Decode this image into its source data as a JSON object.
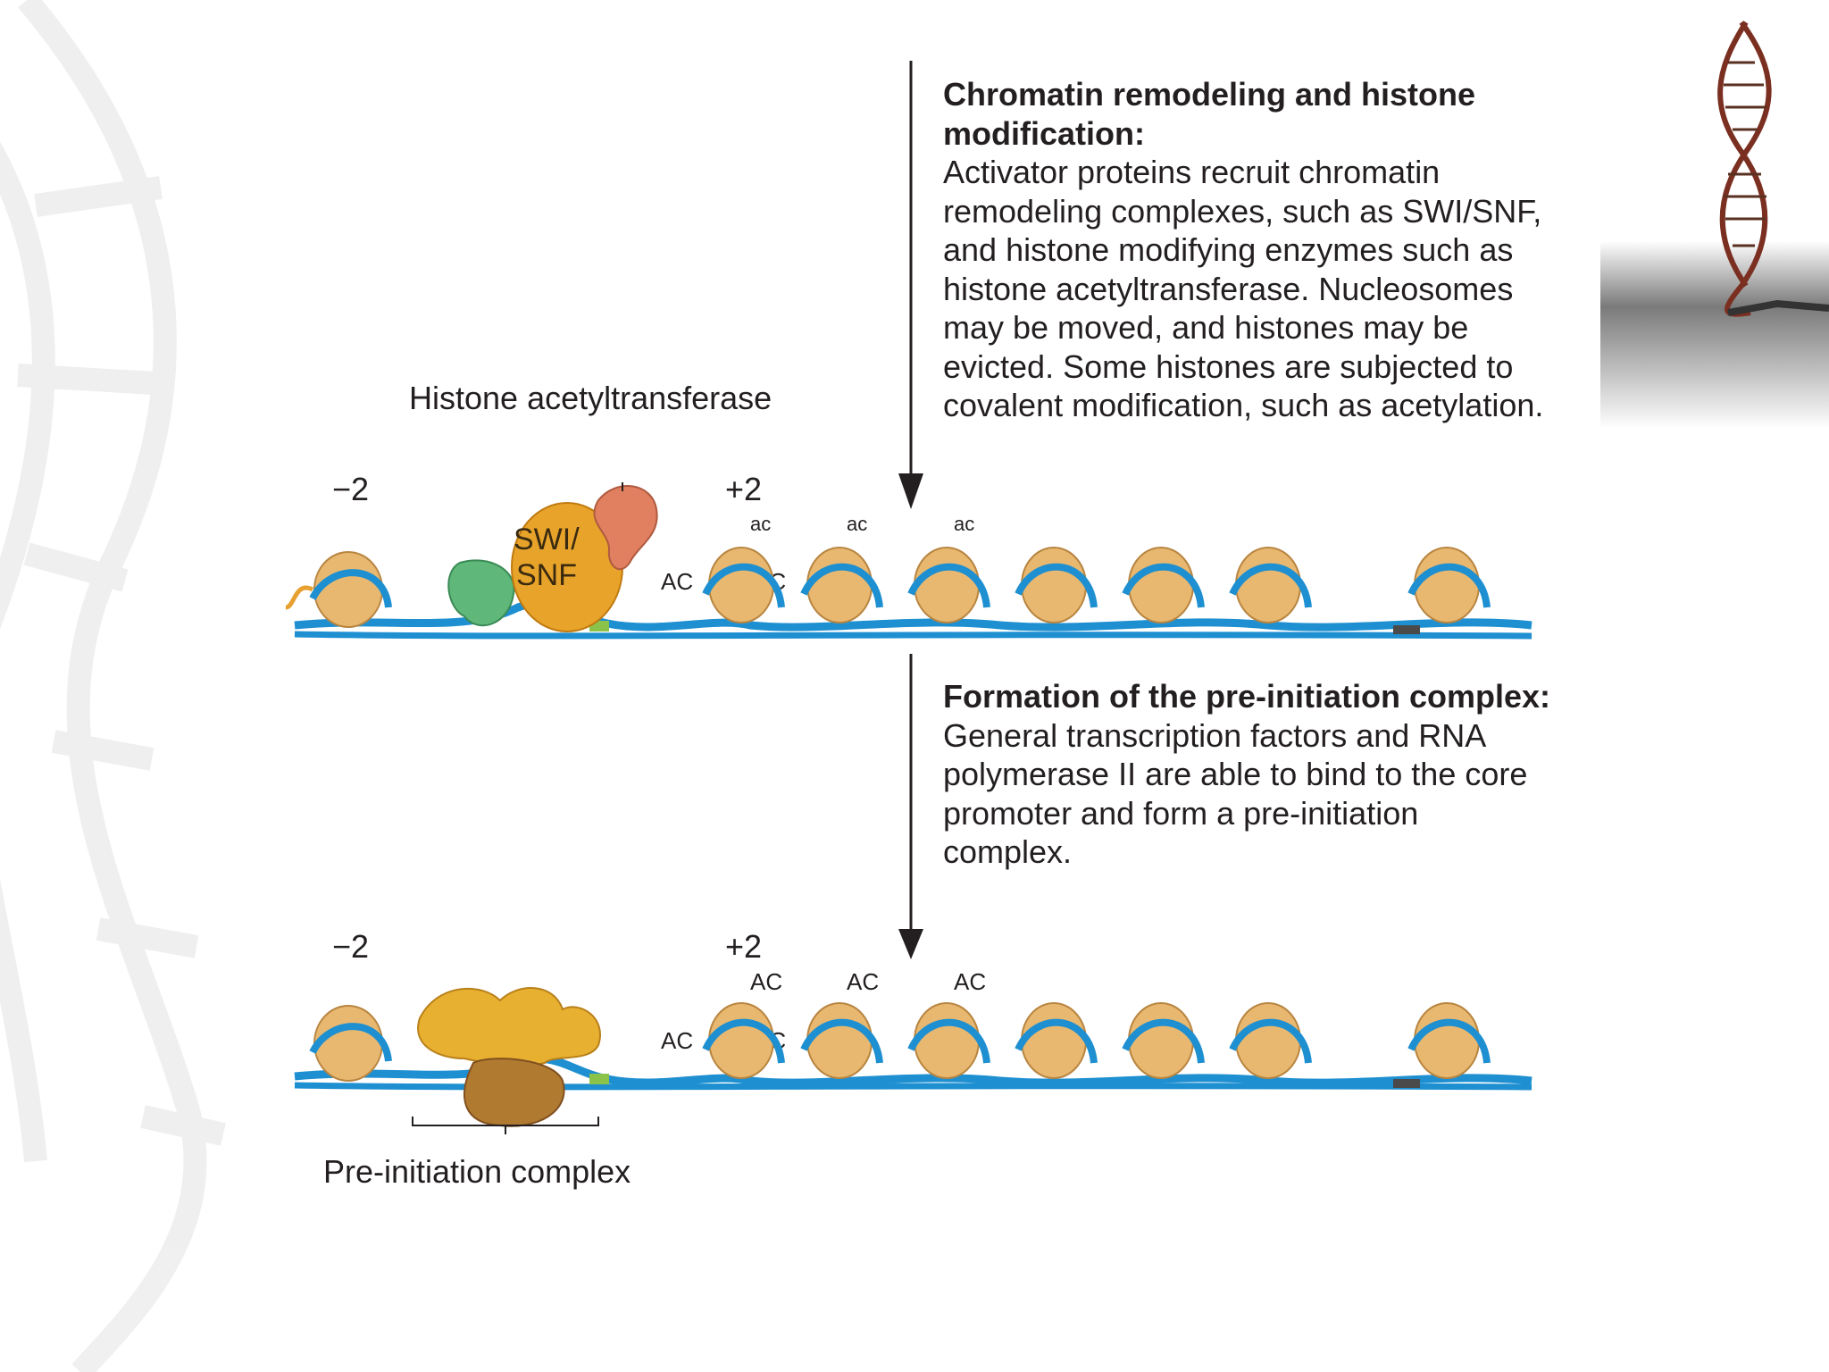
{
  "step1": {
    "heading": "Chromatin remodeling and histone modification:",
    "body": "Activator proteins recruit chromatin remodeling complexes, such as SWI/SNF, and histone modifying enzymes such as histone acetyltransferase. Nucleosomes may be moved, and histones may be evicted. Some histones are subjected to covalent modification, such as acetylation."
  },
  "step2": {
    "heading": "Formation of the pre-initiation complex:",
    "body": "General transcription factors and RNA polymerase II are able to bind to the core promoter and form a pre-initiation complex."
  },
  "top_panel": {
    "hat_label": "Histone acetyltransferase",
    "minus_label": "−2",
    "plus_label": "+2",
    "swi_line1": "SWI/",
    "swi_line2": "SNF",
    "ac_tail": "AC",
    "ac_mark": "ac"
  },
  "bottom_panel": {
    "minus_label": "−2",
    "plus_label": "+2",
    "ac_tail": "AC",
    "ac_mark": "AC",
    "pic_label": "Pre-initiation complex"
  },
  "colors": {
    "dna": "#1e8fd0",
    "nucleosome": "#e8b870",
    "swi_snf": "#e8a42a",
    "activator": "#5fb87a",
    "hat": "#e08060",
    "pic": "#e8b030",
    "pic_dark": "#b07a30"
  }
}
